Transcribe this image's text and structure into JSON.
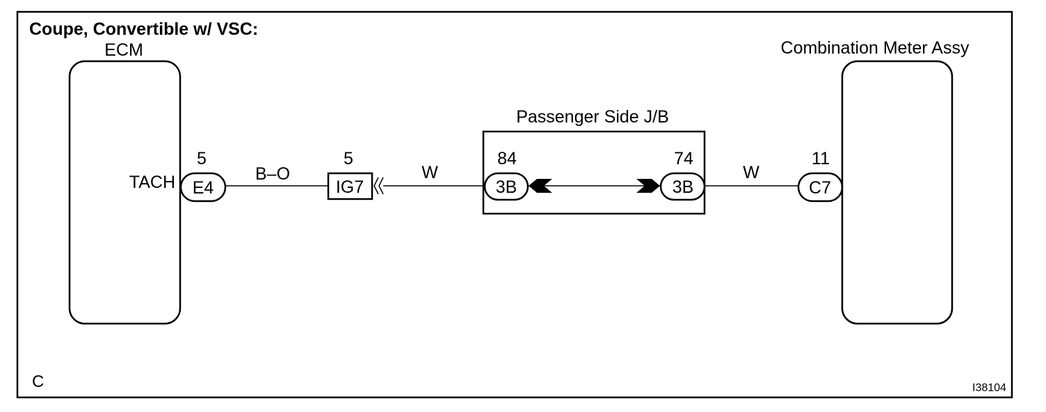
{
  "title": "Coupe, Convertible w/ VSC:",
  "corner_label": "C",
  "figure_id": "I38104",
  "components": {
    "ecm": {
      "label": "ECM",
      "terminal_label": "TACH"
    },
    "meter": {
      "label": "Combination Meter Assy"
    },
    "junction_block": {
      "label": "Passenger Side J/B"
    }
  },
  "connectors": {
    "ecm_conn": {
      "id": "E4",
      "pin": "5"
    },
    "ig7_conn": {
      "id": "IG7",
      "pin": "5"
    },
    "jb_left_conn": {
      "id": "3B",
      "pin": "84"
    },
    "jb_right_conn": {
      "id": "3B",
      "pin": "74"
    },
    "meter_conn": {
      "id": "C7",
      "pin": "11"
    }
  },
  "wires": {
    "ecm_to_ig7": {
      "color_code": "B–O"
    },
    "ig7_to_jb": {
      "color_code": "W"
    },
    "jb_to_meter": {
      "color_code": "W"
    }
  }
}
